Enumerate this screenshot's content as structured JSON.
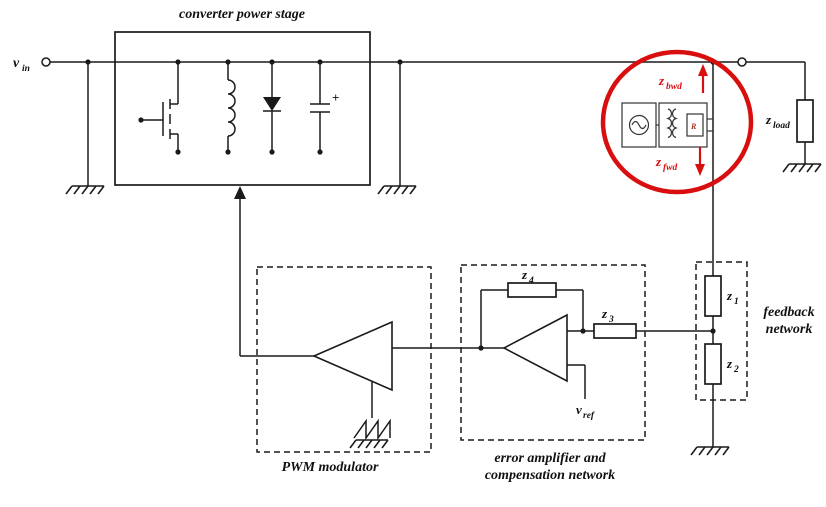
{
  "figure": {
    "boxes": {
      "converter_title": "converter power stage",
      "pwm_title": "PWM modulator",
      "error_amp_title_line1": "error amplifier and",
      "error_amp_title_line2": "compensation network",
      "feedback_title_line1": "feedback",
      "feedback_title_line2": "network"
    },
    "labels": {
      "vin": {
        "base": "v",
        "sub": "in"
      },
      "zload": {
        "base": "z",
        "sub": "load"
      },
      "zbwd": {
        "base": "z",
        "sub": "bwd"
      },
      "zfwd": {
        "base": "z",
        "sub": "fwd"
      },
      "z1": {
        "base": "z",
        "sub": "1"
      },
      "z2": {
        "base": "z",
        "sub": "2"
      },
      "z3": {
        "base": "z",
        "sub": "3"
      },
      "z4": {
        "base": "z",
        "sub": "4"
      },
      "vref": {
        "base": "v",
        "sub": "ref"
      },
      "r_inj": {
        "base": "R"
      },
      "cap_polarity": "+"
    },
    "colors": {
      "highlight_red": "#d90f0f",
      "line_black": "#1a1a1a"
    }
  }
}
